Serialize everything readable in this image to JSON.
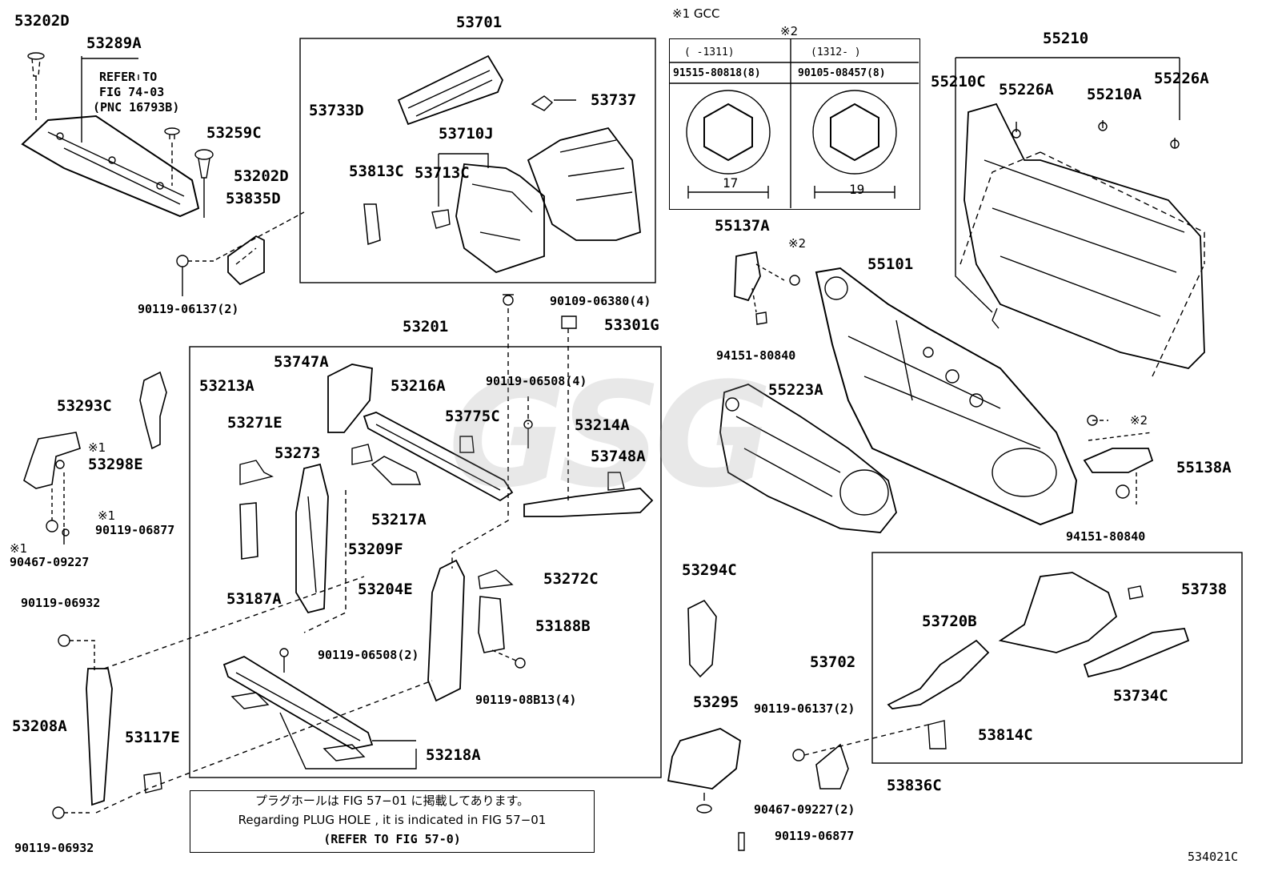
{
  "watermark": "GSG",
  "figure_code": "534021C",
  "legend": {
    "note1": "※1 GCC"
  },
  "table": {
    "header_mark": "※2",
    "col1_range": "(   -1311)",
    "col2_range": "(1312-    )",
    "col1_part": "91515-80818(8)",
    "col2_part": "90105-08457(8)",
    "col1_size": "17",
    "col2_size": "19"
  },
  "refer_note": {
    "line1": "REFER TO",
    "line2": "FIG 74-03",
    "line3": "(PNC 16793B)"
  },
  "plug_hole": {
    "line1": "プラグホールは FIG 57−01 に掲載してあります。",
    "line2": "Regarding  PLUG  HOLE , it is indicated in  FIG  57−01",
    "line3": "(REFER TO FIG 57-0)"
  },
  "marks": {
    "m1": "※1",
    "m2": "※2"
  },
  "parts": [
    "53202D",
    "53289A",
    "53259C",
    "53202D",
    "53835D",
    "90119-06137(2)",
    "53701",
    "53733D",
    "53737",
    "53710J",
    "53813C",
    "53713C",
    "55210",
    "55210C",
    "55226A",
    "55210A",
    "55226A",
    "55137A",
    "94151-80840",
    "55101",
    "55223A",
    "55138A",
    "94151-80840",
    "90109-06380(4)",
    "53301G",
    "53201",
    "53747A",
    "53213A",
    "53216A",
    "90119-06508(4)",
    "53271E",
    "53775C",
    "53214A",
    "53273",
    "53748A",
    "53217A",
    "53209F",
    "53187A",
    "53204E",
    "53272C",
    "53188B",
    "90119-06508(2)",
    "90119-08B13(4)",
    "53218A",
    "53293C",
    "53298E",
    "90119-06877",
    "90467-09227",
    "90119-06932",
    "53208A",
    "53117E",
    "90119-06932",
    "53294C",
    "53295",
    "90467-09227(2)",
    "90119-06877",
    "53702",
    "53738",
    "53720B",
    "53734C",
    "90119-06137(2)",
    "53814C",
    "53836C"
  ]
}
